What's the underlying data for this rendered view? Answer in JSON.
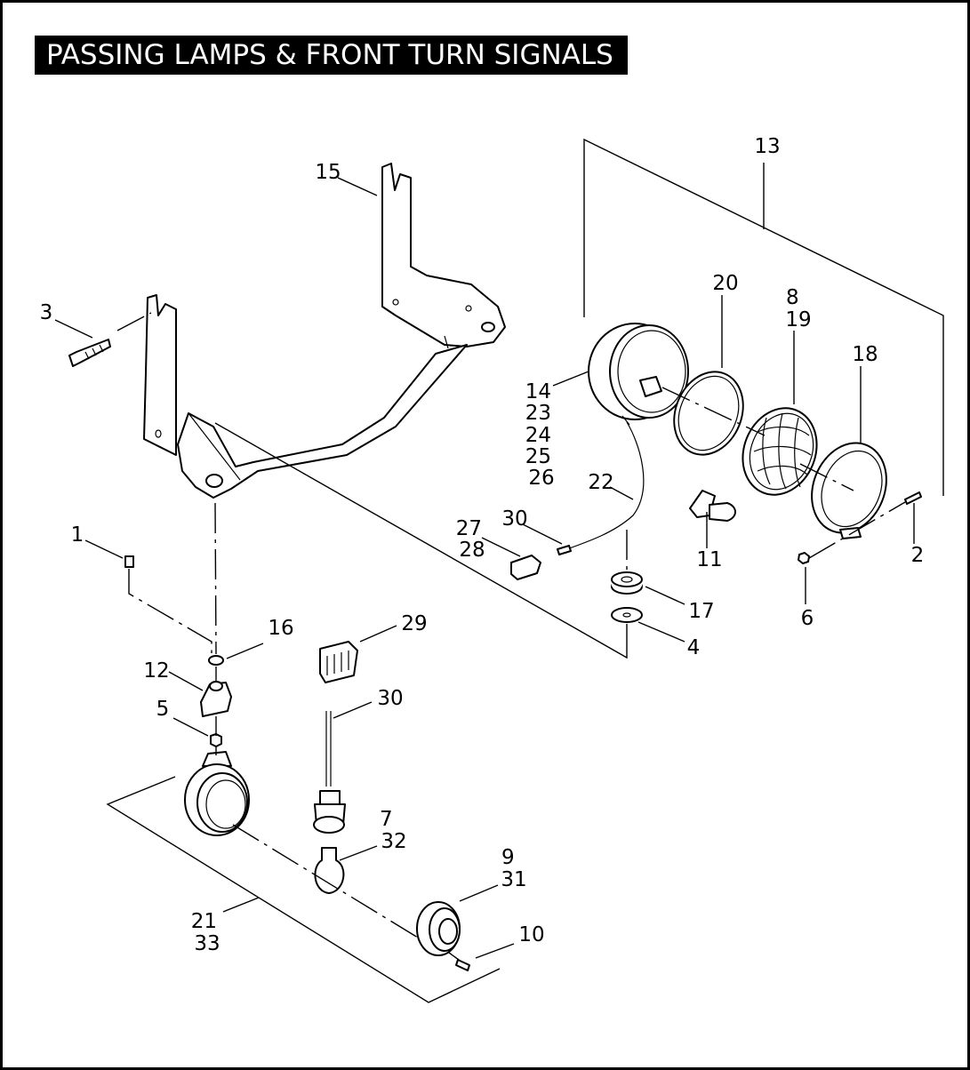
{
  "title": "PASSING LAMPS & FRONT TURN SIGNALS",
  "callouts": [
    {
      "id": "c1",
      "lines": [
        "1"
      ]
    },
    {
      "id": "c2",
      "lines": [
        "2"
      ]
    },
    {
      "id": "c3",
      "lines": [
        "3"
      ]
    },
    {
      "id": "c4",
      "lines": [
        "4"
      ]
    },
    {
      "id": "c5",
      "lines": [
        "5"
      ]
    },
    {
      "id": "c6",
      "lines": [
        "6"
      ]
    },
    {
      "id": "c7",
      "lines": [
        "7",
        "32"
      ]
    },
    {
      "id": "c8",
      "lines": [
        "8",
        "19"
      ]
    },
    {
      "id": "c9",
      "lines": [
        "9",
        "31"
      ]
    },
    {
      "id": "c10",
      "lines": [
        "10"
      ]
    },
    {
      "id": "c11",
      "lines": [
        "11"
      ]
    },
    {
      "id": "c12",
      "lines": [
        "12"
      ]
    },
    {
      "id": "c13",
      "lines": [
        "13"
      ]
    },
    {
      "id": "c14",
      "lines": [
        "14",
        "23",
        "24",
        "25",
        "26"
      ]
    },
    {
      "id": "c15",
      "lines": [
        "15"
      ]
    },
    {
      "id": "c16",
      "lines": [
        "16"
      ]
    },
    {
      "id": "c17",
      "lines": [
        "17"
      ]
    },
    {
      "id": "c18",
      "lines": [
        "18"
      ]
    },
    {
      "id": "c20",
      "lines": [
        "20"
      ]
    },
    {
      "id": "c21",
      "lines": [
        "21",
        "33"
      ]
    },
    {
      "id": "c22",
      "lines": [
        "22"
      ]
    },
    {
      "id": "c27",
      "lines": [
        "27",
        "28"
      ]
    },
    {
      "id": "c29",
      "lines": [
        "29"
      ]
    },
    {
      "id": "c30a",
      "lines": [
        "30"
      ]
    },
    {
      "id": "c30b",
      "lines": [
        "30"
      ]
    }
  ]
}
